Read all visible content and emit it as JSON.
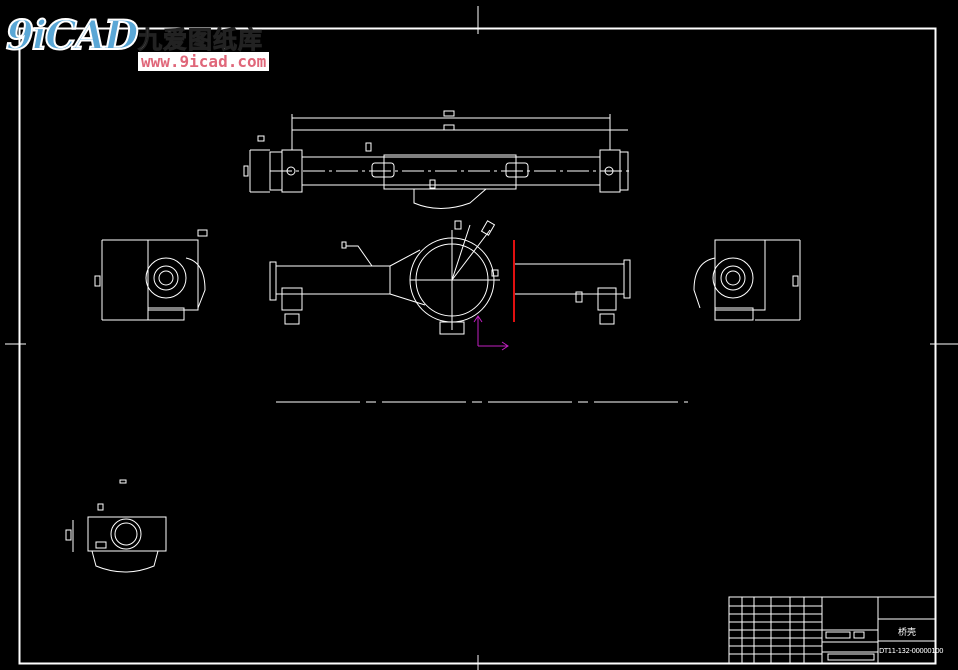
{
  "logo": {
    "mark": "9iCAD",
    "name_cn": "九爱图纸库",
    "url": "www.9icad.com"
  },
  "title_block": {
    "part_name": "桥壳",
    "drawing_number": "DT11-132-00000100"
  },
  "colors": {
    "background": "#000000",
    "lines": "#ffffff",
    "section_line": "#e01010",
    "ucs_icon": "#c020c0"
  }
}
